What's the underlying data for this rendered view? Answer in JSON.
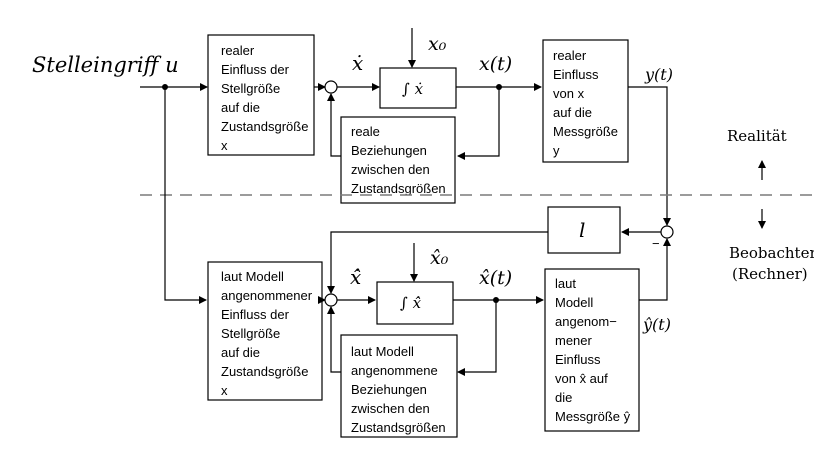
{
  "input_label": "Stelleingriff u",
  "top": {
    "input_block": [
      "realer",
      "Einfluss der",
      "Stellgröße",
      "auf die",
      "Zustandsgröße",
      "x"
    ],
    "derivative_label": "ẋ",
    "x0_label": "x₀",
    "integrator_label": "∫ ẋ",
    "state_label": "x(t)",
    "feedback_block": [
      "reale",
      "Beziehungen",
      "zwischen den",
      "Zustandsgrößen"
    ],
    "output_block": [
      "realer",
      "Einfluss",
      "von x",
      "auf die",
      "Messgröße",
      "y"
    ],
    "output_label": "y(t)"
  },
  "bottom": {
    "input_block": [
      "laut Modell",
      "angenommener",
      "Einfluss der",
      "Stellgröße",
      "auf die",
      "Zustandsgröße",
      "x"
    ],
    "derivative_label": "x̂̇",
    "x0_label": "x̂₀",
    "integrator_label": "∫ x̂̇",
    "state_label": "x̂(t)",
    "feedback_block": [
      "laut Modell",
      "angenommene",
      "Beziehungen",
      "zwischen den",
      "Zustandsgrößen"
    ],
    "output_block": [
      "laut",
      "Modell",
      "angenom−",
      "mener",
      "Einfluss",
      "von x̂ auf",
      "die",
      "Messgröße ŷ"
    ],
    "output_label": "ŷ(t)"
  },
  "gain_label": "l",
  "minus_sign": "−",
  "region_top_label": "Realität",
  "region_bottom_label": [
    "Beobachter",
    "(Rechner)"
  ]
}
